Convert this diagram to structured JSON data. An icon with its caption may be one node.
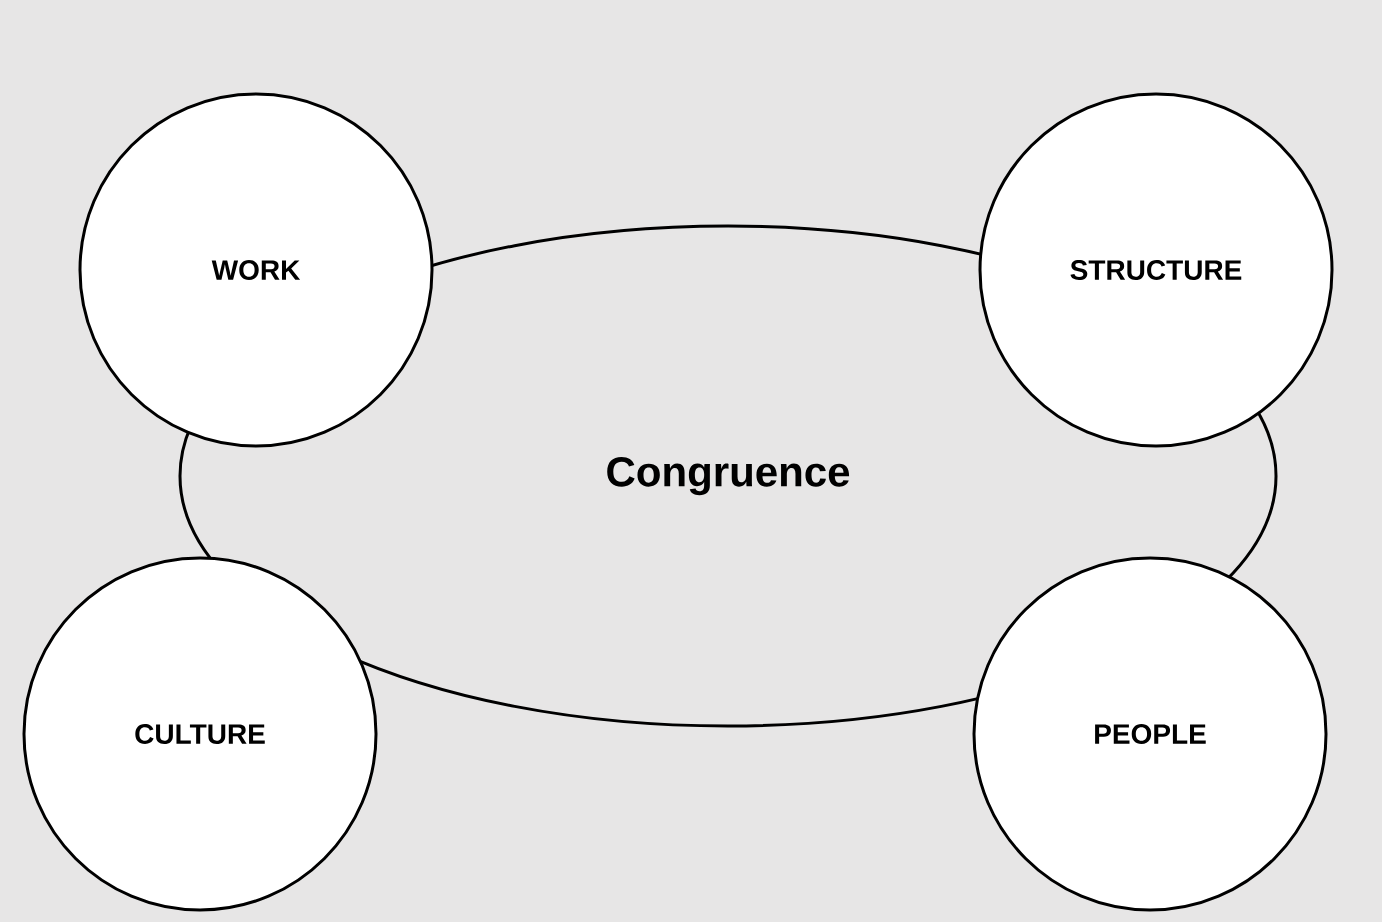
{
  "diagram": {
    "nodes": [
      {
        "text": [
          "WORK"
        ]
      },
      {
        "text": [
          "STRUCTURE"
        ]
      },
      {
        "text": [
          "Congruence"
        ]
      },
      {
        "text": [
          "CULTURE"
        ]
      },
      {
        "text": [
          "PEOPLE"
        ]
      }
    ]
  }
}
